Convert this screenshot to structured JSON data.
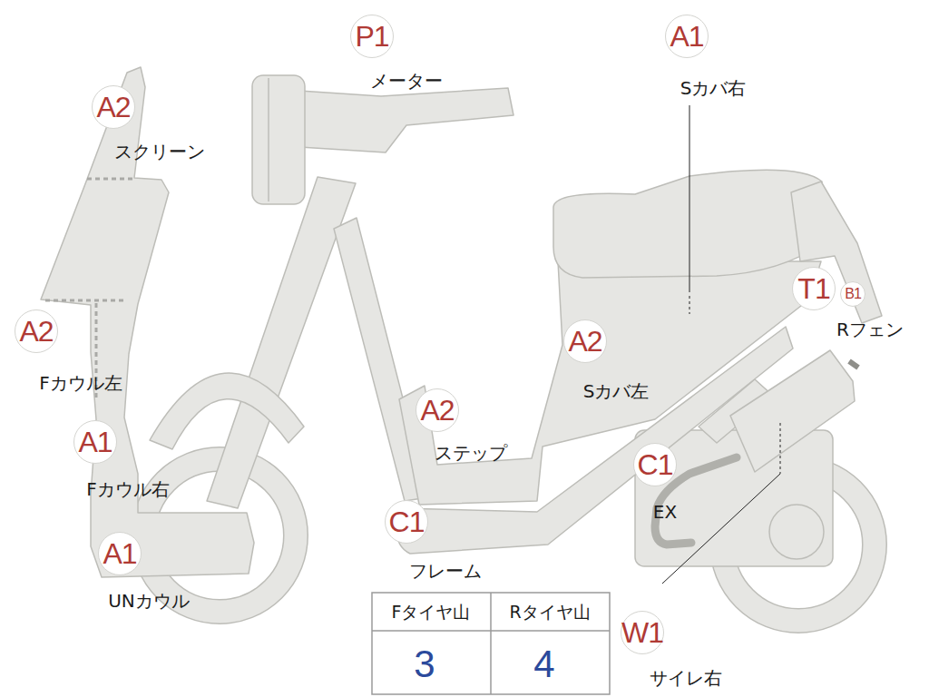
{
  "diagram": {
    "nodes": [
      {
        "text": [
          "P1",
          "メーター"
        ]
      },
      {
        "text": [
          "A1",
          "Sカバ右"
        ]
      },
      {
        "text": [
          "A2",
          "スクリーン"
        ]
      },
      {
        "text": [
          "T1",
          "Rフェン"
        ]
      },
      {
        "text": [
          "B1"
        ]
      },
      {
        "text": [
          "A2",
          "Fカウル左"
        ]
      },
      {
        "text": [
          "A2",
          "Sカバ左"
        ]
      },
      {
        "text": [
          "A2",
          "ステップ"
        ]
      },
      {
        "text": [
          "A1",
          "Fカウル右"
        ]
      },
      {
        "text": [
          "C1",
          "EX"
        ]
      },
      {
        "text": [
          "C1",
          "フレーム"
        ]
      },
      {
        "text": [
          "A1",
          "UNカウル"
        ]
      },
      {
        "text": [
          "W1",
          "サイレ右"
        ]
      }
    ],
    "labels": [
      "Fタイヤ山",
      "Rタイヤ山",
      "3",
      "4"
    ]
  }
}
